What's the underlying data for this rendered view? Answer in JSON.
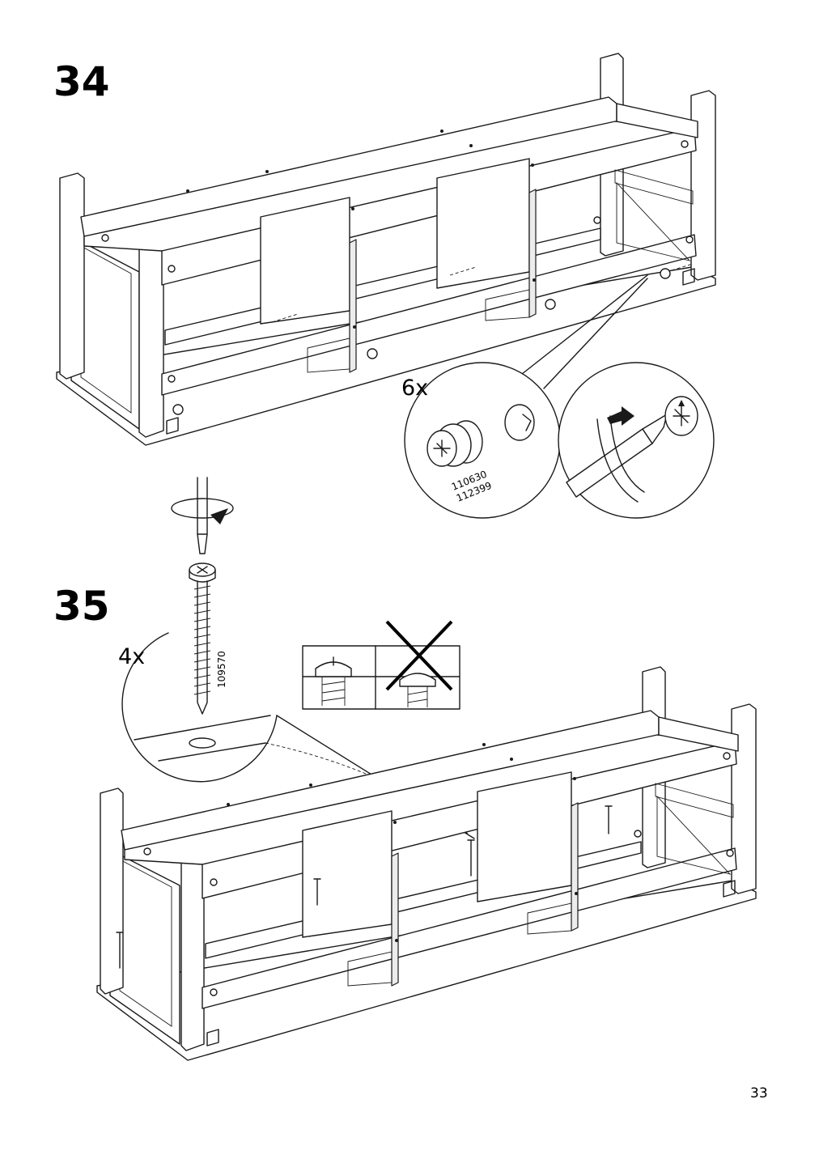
{
  "page_number": "33",
  "steps": [
    {
      "number": "34",
      "quantity": "6x",
      "part_numbers": [
        "110630",
        "112399"
      ]
    },
    {
      "number": "35",
      "quantity": "4x",
      "part_numbers": [
        "109570"
      ]
    }
  ],
  "icons": {
    "cam_lock": "cam-lock-fitting",
    "screwdriver": "screwdriver",
    "rotation": "clockwise-rotation-arrow",
    "screw": "wood-screw",
    "wrong_mark": "x-cross"
  }
}
